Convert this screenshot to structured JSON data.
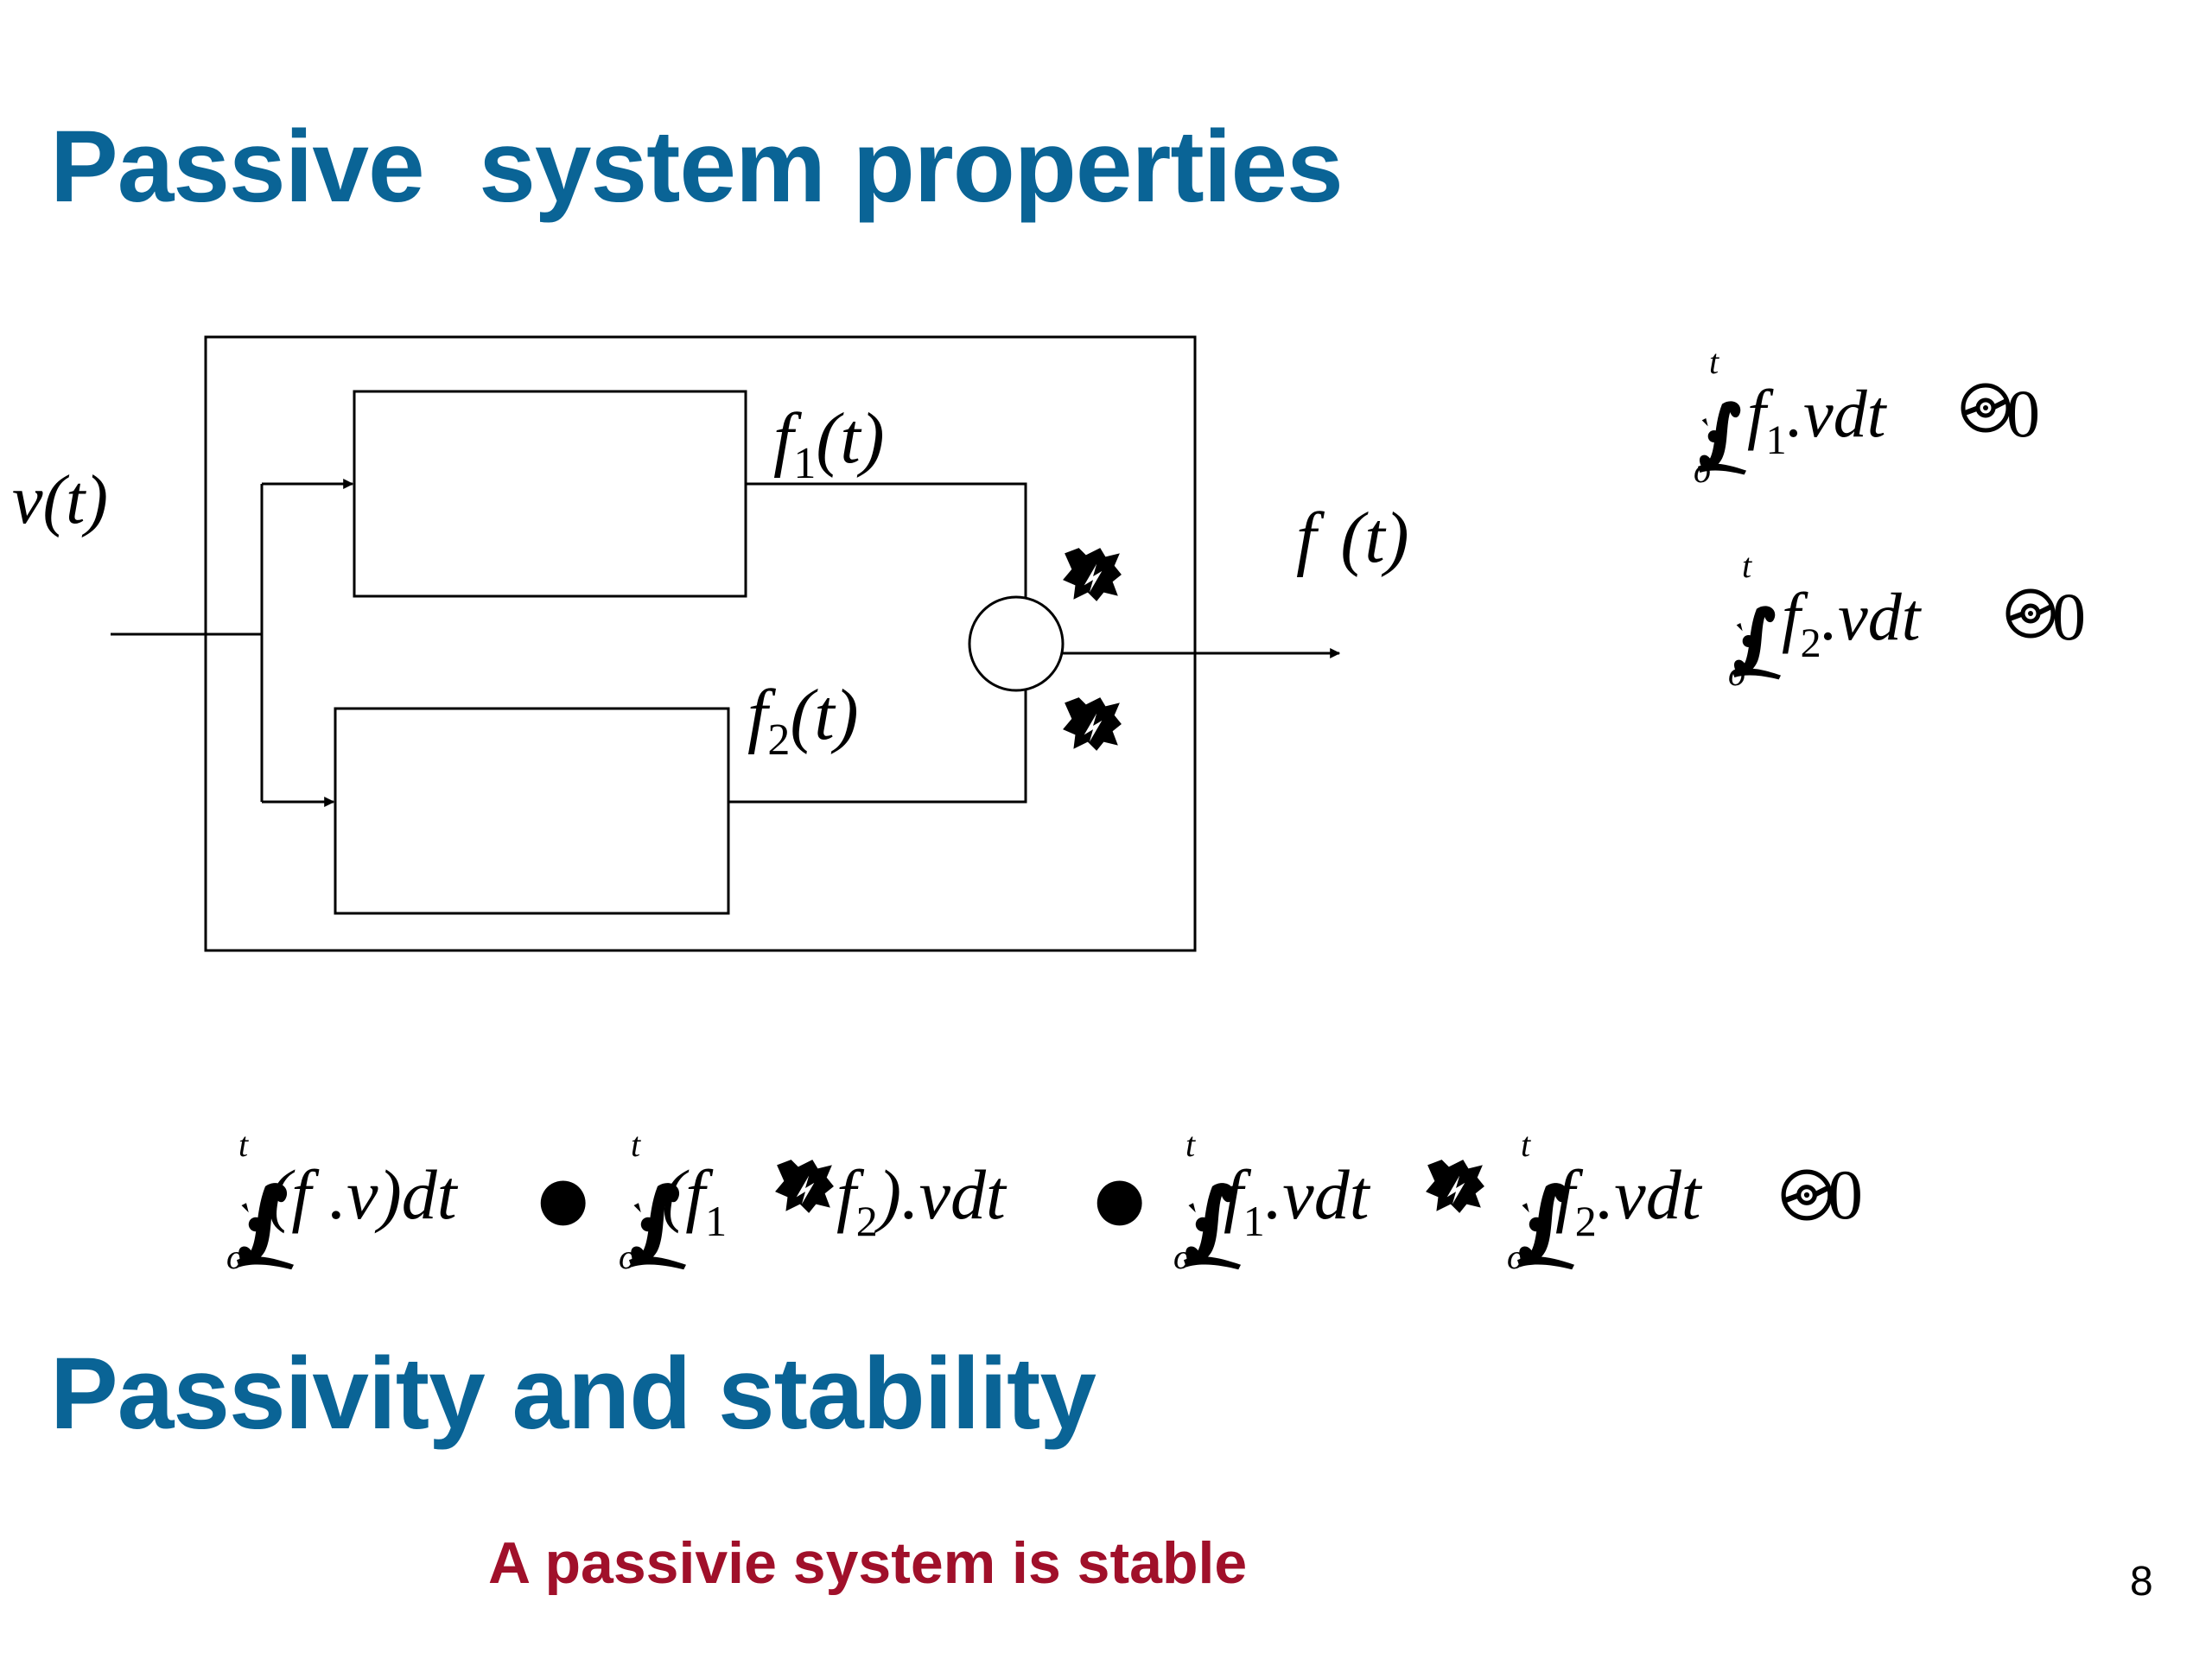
{
  "slide": {
    "title": "Passive  system properties",
    "subtitle": "Passivity and stability",
    "statement": "A passivie system is stable",
    "page_number": "8"
  },
  "diagram": {
    "input_label": "v(t)",
    "branch1_label": "f",
    "branch1_sub": "1",
    "branch2_label": "f",
    "branch2_sub": "2",
    "arg": "(t)",
    "output_label": "f",
    "output_arg": "(t)",
    "sum_sign_icon": "broken-glyph-icon"
  },
  "conditions": {
    "c1": {
      "upper": "t",
      "lower": "o",
      "f": "f",
      "sub": "1",
      "rest": ".vdt",
      "zero": "0"
    },
    "c2": {
      "upper": "t",
      "lower": "o",
      "f": "f",
      "sub": "2",
      "rest": ".vdt",
      "zero": "0"
    }
  },
  "equation": {
    "upper": "t",
    "lower": "o",
    "t1": "(f .v)dt",
    "t2_open": "(f",
    "t2_sub1": "1",
    "t2_f": "f",
    "t2_sub2": "2",
    "t2_close": ").vdt",
    "t3_f": "f",
    "t3_sub": "1",
    "t3_rest": ".vdt",
    "t4_f": "f",
    "t4_sub": "2",
    "t4_rest": ".vdt",
    "zero": "0",
    "bullet": "●"
  },
  "colors": {
    "heading": "#0a6496",
    "statement": "#a0102a",
    "ink": "#000000"
  }
}
